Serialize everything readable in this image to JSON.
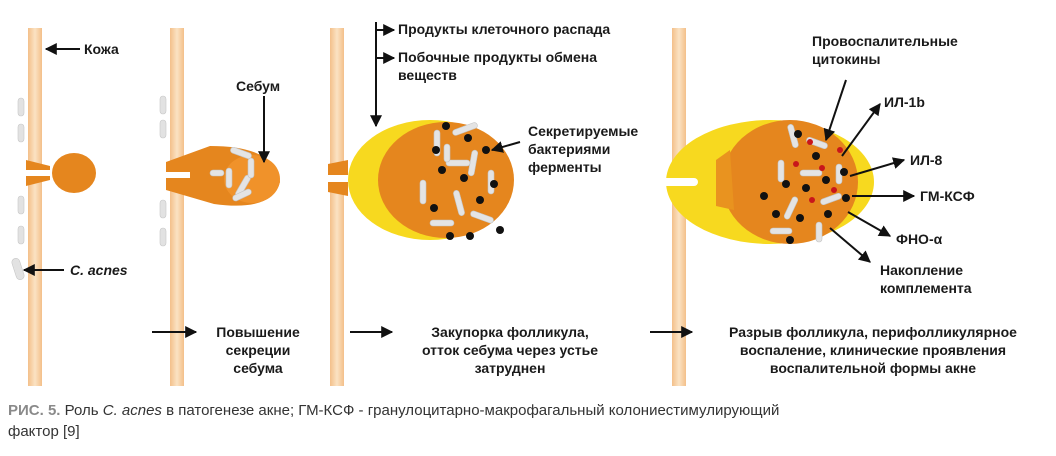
{
  "diagram": {
    "stage1": {
      "skin": "Кожа",
      "bacteria": "C. acnes"
    },
    "stage2": {
      "sebum": "Себум",
      "caption_l1": "Повышение",
      "caption_l2": "секреции",
      "caption_l3": "себума"
    },
    "stage3": {
      "decay": "Продукты клеточного распада",
      "byprod_l1": "Побочные продукты обмена",
      "byprod_l2": "веществ",
      "enzymes_l1": "Секретируемые",
      "enzymes_l2": "бактериями",
      "enzymes_l3": "ферменты",
      "caption_l1": "Закупорка фолликула,",
      "caption_l2": "отток себума через устье",
      "caption_l3": "затруднен"
    },
    "stage4": {
      "cytokines_l1": "Провоспалительные",
      "cytokines_l2": "цитокины",
      "il1b": "ИЛ-1b",
      "il8": "ИЛ-8",
      "gmcsf": "ГМ-КСФ",
      "tnf": "ФНО-α",
      "complement_l1": "Накопление",
      "complement_l2": "комплемента",
      "caption_l1": "Разрыв фолликула, перифолликулярное",
      "caption_l2": "воспаление, клинические проявления",
      "caption_l3": "воспалительной формы акне"
    },
    "colors": {
      "shaft": "#f6cfa3",
      "sebum": "#e5861e",
      "sebum_dark": "#cf6e12",
      "inflammation": "#f4d21d",
      "bacteria_rod": "#e4e4e4",
      "dot": "#111111",
      "arrow": "#111111"
    }
  },
  "caption": {
    "figure": "РИС. 5.",
    "text_pre": " Роль ",
    "organism": "C. acnes",
    "text_post": " в патогенезе акне; ГМ-КСФ - гранулоцитарно-макрофагальный колониестимулирующий",
    "line2": "фактор [9]"
  }
}
